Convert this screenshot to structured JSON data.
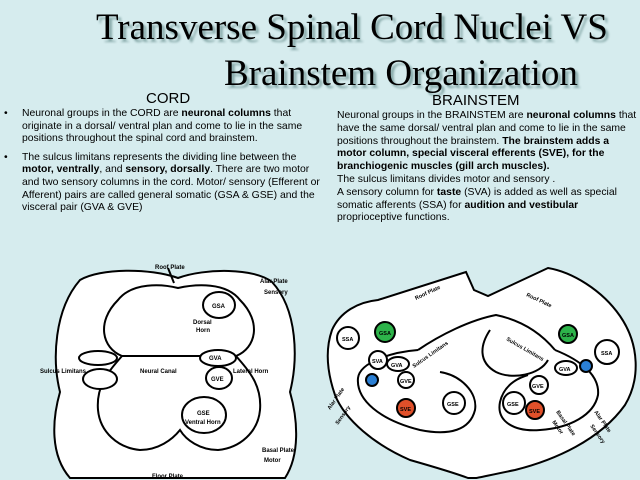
{
  "title": {
    "line1": "Transverse Spinal Cord Nuclei VS",
    "line2": "Brainstem   Organization"
  },
  "cord": {
    "heading": "CORD",
    "bullet": "•",
    "p1": {
      "a": "Neuronal groups in the CORD are ",
      "b": "neuronal columns",
      "c": " that originate in a dorsal/ ventral plan and come to lie in the same positions throughout the spinal cord and brainstem."
    },
    "p2": {
      "a": "The sulcus limitans represents the dividing line between the ",
      "b": "motor, ventrally",
      "c": ", and ",
      "d": "sensory, dorsally",
      "e": ". There are two motor and two sensory columns in the cord.  Motor/ sensory (Efferent or Afferent) pairs are called general somatic (GSA & GSE) and the visceral  pair (GVA & GVE)"
    }
  },
  "brainstem": {
    "heading": "BRAINSTEM",
    "p1": {
      "a": "Neuronal groups in the BRAINSTEM are ",
      "b": "neuronal columns",
      "c": " that have the same  dorsal/ ventral plan and come to lie in the same positions throughout the brainstem.  ",
      "d": "The brainstem adds a motor column, special visceral efferents (SVE), for the branchiogenic muscles (gill arch muscles)."
    },
    "p2": "The sulcus limitans divides motor  and  sensory .",
    "p3": {
      "a": "A  sensory column for ",
      "b": "taste",
      "c": " (SVA) is added as well as special somatic afferents (SSA) for ",
      "d": "audition and vestibular",
      "e": " proprioceptive functions."
    }
  },
  "cord_diagram": {
    "roof_plate": "Roof Plate",
    "alar_plate": "Alar Plate",
    "sensory": "Sensory",
    "gsa": "GSA",
    "dorsal": "Dorsal",
    "horn": "Horn",
    "gva": "GVA",
    "sulcus_limitans": "Sulcus Limitans",
    "neural_canal": "Neural Canal",
    "lateral_horn": "Lateral Horn",
    "gve": "GVE",
    "gse": "GSE",
    "ventral_horn": "Ventral Horn",
    "basal_plate": "Basal Plate",
    "motor": "Motor",
    "floor_plate": "Floor Plate"
  },
  "brainstem_diagram": {
    "roof_plate": "Roof Plate",
    "ssa": "SSA",
    "gsa": "GSA",
    "sva": "SVA",
    "gva": "GVA",
    "gve": "GVE",
    "sve": "SVE",
    "gse": "GSE",
    "sulcus_limitans": "Sulcus Limitans",
    "alar_plate": "Alar Plate",
    "sensory": "Sensory",
    "basal_plate": "Basal Plate",
    "motor": "Motor"
  },
  "colors": {
    "background": "#d6ecee",
    "gsa_green": "#2db34a",
    "sva_blue": "#2b7fd4",
    "sve_orange": "#e0502a"
  }
}
